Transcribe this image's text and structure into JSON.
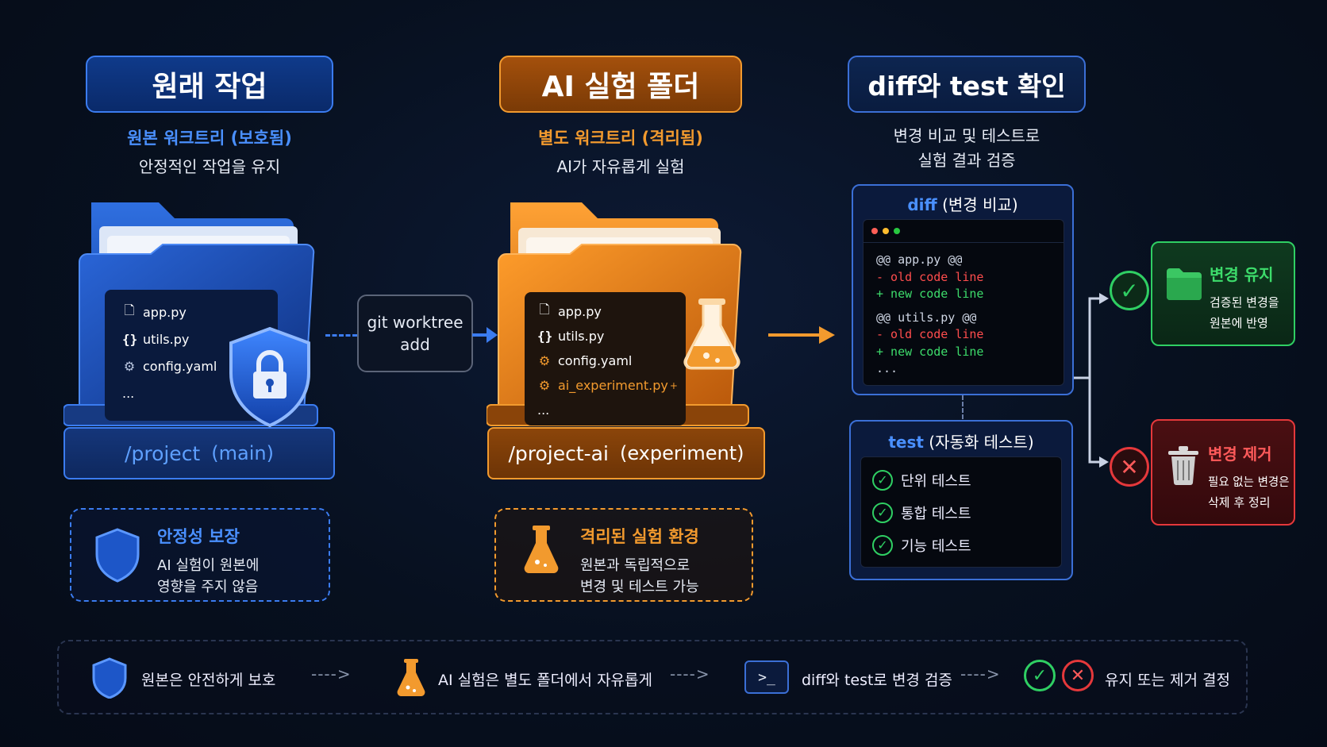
{
  "columns": {
    "original": {
      "title": "원래 작업",
      "subtitle": "원본 워크트리 (보호됨)",
      "description": "안정적인 작업을 유지",
      "files": [
        "app.py",
        "utils.py",
        "config.yaml",
        "..."
      ],
      "path": "/project",
      "branch": "(main)",
      "note_title": "안정성 보장",
      "note_line1": "AI 실험이 원본에",
      "note_line2": "영향을 주지 않음"
    },
    "ai": {
      "title": "AI 실험 폴더",
      "subtitle": "별도 워크트리 (격리됨)",
      "description": "AI가 자유롭게 실험",
      "files": [
        "app.py",
        "utils.py",
        "config.yaml",
        "ai_experiment.py",
        "..."
      ],
      "new_mark": "+",
      "path": "/project-ai",
      "branch": "(experiment)",
      "note_title": "격리된 실험 환경",
      "note_line1": "원본과 독립적으로",
      "note_line2": "변경 및 테스트 가능"
    },
    "verify": {
      "title": "diff와 test 확인",
      "description_line1": "변경 비교 및 테스트로",
      "description_line2": "실험 결과 검증"
    }
  },
  "git_command": {
    "line1": "git worktree",
    "line2": "add"
  },
  "diff_panel": {
    "keyword": "diff",
    "label": "(변경 비교)",
    "lines": [
      {
        "text": "@@ app.py @@",
        "kind": "header"
      },
      {
        "text": "- old code line",
        "kind": "removed"
      },
      {
        "text": "+ new code line",
        "kind": "added"
      },
      {
        "text": "@@ utils.py @@",
        "kind": "header"
      },
      {
        "text": "- old code line",
        "kind": "removed"
      },
      {
        "text": "+ new code line",
        "kind": "added"
      },
      {
        "text": "...",
        "kind": "header"
      }
    ]
  },
  "test_panel": {
    "keyword": "test",
    "label": "(자동화 테스트)",
    "items": [
      "단위 테스트",
      "통합 테스트",
      "기능 테스트"
    ]
  },
  "outcomes": {
    "keep": {
      "title": "변경 유지",
      "line1": "검증된 변경을",
      "line2": "원본에 반영"
    },
    "remove": {
      "title": "변경 제거",
      "line1": "필요 없는 변경은",
      "line2": "삭제 후 정리"
    }
  },
  "summary": [
    {
      "icon": "shield-icon",
      "text": "원본은 안전하게 보호"
    },
    {
      "icon": "flask-icon",
      "text": "AI 실험은 별도 폴더에서 자유롭게"
    },
    {
      "icon": "terminal-icon",
      "text": "diff와 test로 변경 검증"
    },
    {
      "icon": "check-cross-icon",
      "text": "유지 또는 제거 결정"
    }
  ],
  "colors": {
    "blue": "#3b7cf0",
    "orange": "#f29a2e",
    "green": "#2fcf63",
    "red": "#e5383b",
    "background": "#07101f"
  }
}
